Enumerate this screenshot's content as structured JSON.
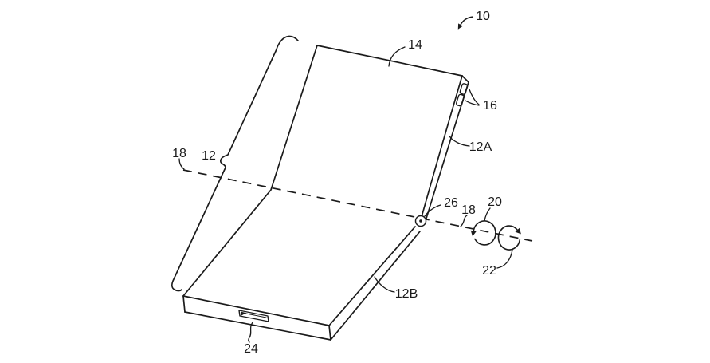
{
  "figure": {
    "kind": "patent-line-drawing",
    "subject": "foldable electronic device shown in a partially folded position",
    "colors": {
      "background": "#ffffff",
      "line": "#1b1b1b"
    },
    "labels": {
      "device": "10",
      "flexible_display": "14",
      "buttons": "16",
      "upper_housing": "12A",
      "housing": "12",
      "bend_axis_left": "18",
      "bend_axis_right": "18",
      "hinge": "26",
      "rotation_a": "20",
      "rotation_b": "22",
      "lower_housing": "12B",
      "connector_port": "24"
    }
  }
}
